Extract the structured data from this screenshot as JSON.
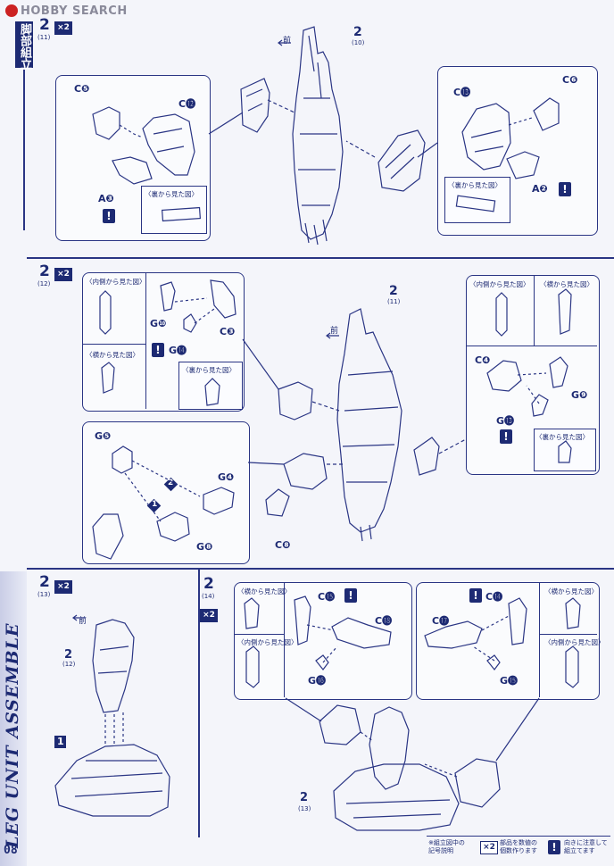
{
  "watermark": {
    "brand": "HOBBY SEARCH"
  },
  "header": {
    "section_title": "脚部組立"
  },
  "side_banner": {
    "text": "LEG UNIT ASSEMBLE"
  },
  "page_number": "08",
  "steps": {
    "s1": {
      "num": "2",
      "sub": "(11)",
      "mult": "×2",
      "front": "前",
      "ref": "2",
      "ref_sub": "(10)"
    },
    "s2": {
      "num": "2",
      "sub": "(12)",
      "mult": "×2",
      "front": "前",
      "ref": "2",
      "ref_sub": "(11)"
    },
    "s3": {
      "num": "2",
      "sub": "(13)",
      "mult": "×2",
      "front": "前",
      "ref": "2",
      "ref_sub": "(12)",
      "base_ref": "1"
    },
    "s4": {
      "num": "2",
      "sub": "(14)",
      "mult": "×2",
      "ref": "2",
      "ref_sub": "(13)"
    }
  },
  "parts": {
    "p1_left": {
      "c5": "C❺",
      "c12": "C⓬",
      "a3": "A❸",
      "warn": "!",
      "caption": "〈裏から見た図〉"
    },
    "p1_right": {
      "c13": "C⓭",
      "c6": "C❻",
      "a2": "A❷",
      "warn": "!",
      "caption": "〈裏から見た図〉"
    },
    "p2_left": {
      "inner": "〈内側から見た図〉",
      "side": "〈横から見た図〉",
      "g10": "G❿",
      "g14": "G⓮",
      "c3": "C❸",
      "warn": "!",
      "back": "〈裏から見た図〉"
    },
    "p2_right": {
      "inner": "〈内側から見た図〉",
      "side": "〈横から見た図〉",
      "c4": "C❹",
      "g9": "G❾",
      "g13": "G⓭",
      "warn": "!",
      "back": "〈裏から見た図〉"
    },
    "p2_bottom": {
      "g5": "G❺",
      "g4": "G❹",
      "g8": "G❽",
      "step1": "1",
      "step2": "2",
      "c8": "C❽"
    },
    "p4_left": {
      "side": "〈横から見た図〉",
      "inner": "〈内側から見た図〉",
      "c15": "C⓯",
      "c18": "C⓲",
      "g16": "G⓰",
      "warn": "!"
    },
    "p4_right": {
      "side": "〈横から見た図〉",
      "inner": "〈内側から見た図〉",
      "c14": "C⓮",
      "c17": "C⓱",
      "g15": "G⓯",
      "warn": "!"
    }
  },
  "legend": {
    "heading": "※組立図中の\n記号説明",
    "mult_icon": "×2",
    "mult_text": "部品を数値の\n個数作ります",
    "warn_icon": "!",
    "warn_text": "向きに注意して\n組立てます"
  }
}
